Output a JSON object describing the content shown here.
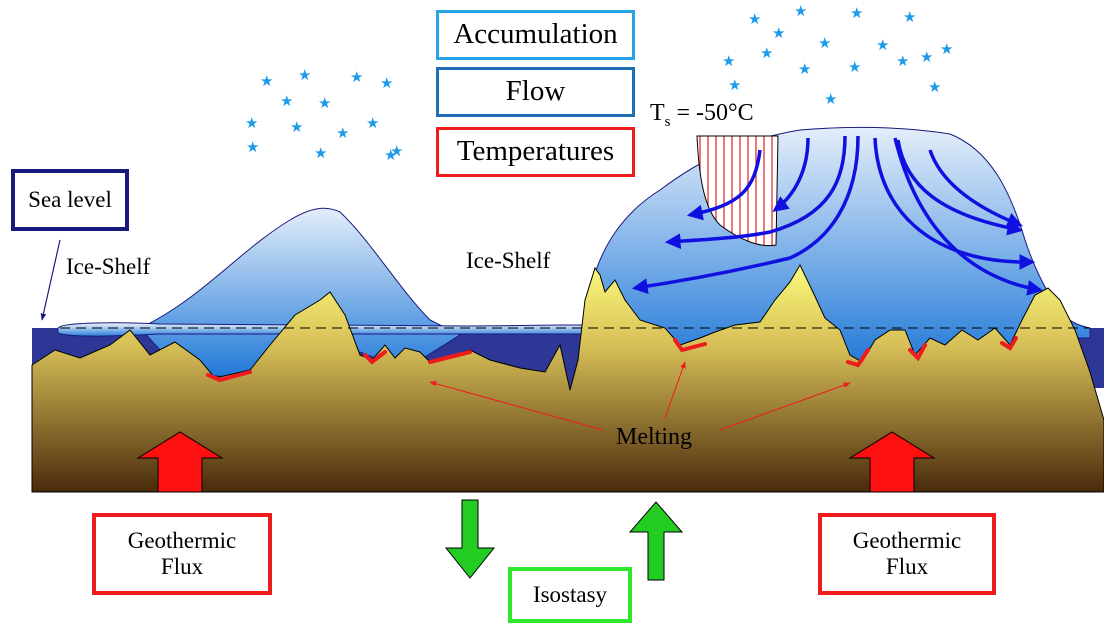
{
  "legend": {
    "accumulation": {
      "label": "Accumulation",
      "color": "#29a3e8"
    },
    "flow": {
      "label": "Flow",
      "color": "#1e6fb4"
    },
    "temperatures": {
      "label": "Temperatures",
      "color": "#ee1c1c"
    }
  },
  "sea_level": {
    "label": "Sea level",
    "color": "#1a1a7e"
  },
  "ice_shelf_left": "Ice-Shelf",
  "ice_shelf_right": "Ice-Shelf",
  "surface_temperature": {
    "prefix": "T",
    "subscript": "s",
    "value": " = -50°C"
  },
  "melting_label": "Melting",
  "geothermic_left": {
    "line1": "Geothermic",
    "line2": "Flux",
    "color": "#ee1c1c"
  },
  "geothermic_right": {
    "line1": "Geothermic",
    "line2": "Flux",
    "color": "#ee1c1c"
  },
  "isostasy": {
    "label": "Isostasy",
    "color": "#2ee82e"
  },
  "colors": {
    "ice_top": "#e4eefa",
    "ice_bottom": "#1f78d8",
    "sea": "#2e3796",
    "bedrock_top": "#fafa7a",
    "bedrock_bottom": "#4a2a0c",
    "flow_arrow": "#1010e0",
    "snow": "#1e9be8",
    "melt": "#ee1c1c",
    "geothermal_arrow": "#ff1010",
    "isostasy_arrow": "#22cc22"
  }
}
